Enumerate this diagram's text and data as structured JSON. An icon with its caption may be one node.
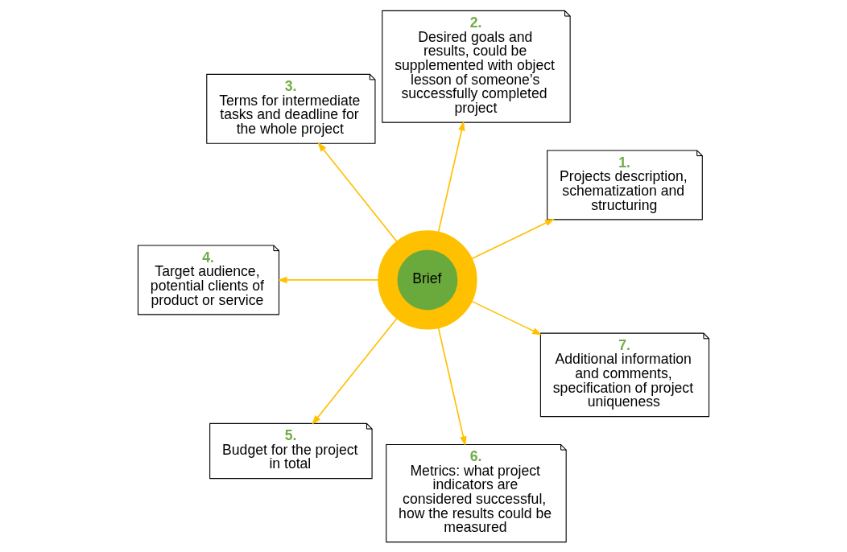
{
  "diagram": {
    "nodes": [
      {
        "text": [
          "Brief"
        ]
      },
      {
        "text": [
          "1.",
          "Projects description, schematization and structuring"
        ]
      },
      {
        "text": [
          "2.",
          "Desired goals and results, could be supplemented with object lesson of someone’s successfully completed project"
        ]
      },
      {
        "text": [
          "3.",
          "Terms for intermediate tasks and deadline for the whole project"
        ]
      },
      {
        "text": [
          "4.",
          "Target audience, potential clients of product or service"
        ]
      },
      {
        "text": [
          "5.",
          "Budget for the project in total"
        ]
      },
      {
        "text": [
          "6.",
          "Metrics: what project indicators are considered successful, how the results could be measured"
        ]
      },
      {
        "text": [
          "7.",
          "Additional information and comments, specification of project uniqueness"
        ]
      }
    ],
    "edges": [
      {
        "from": 0,
        "to": 1,
        "arrow": "to"
      },
      {
        "from": 0,
        "to": 2,
        "arrow": "to"
      },
      {
        "from": 0,
        "to": 3,
        "arrow": "to"
      },
      {
        "from": 0,
        "to": 4,
        "arrow": "to"
      },
      {
        "from": 0,
        "to": 5,
        "arrow": "to"
      },
      {
        "from": 0,
        "to": 6,
        "arrow": "to"
      },
      {
        "from": 0,
        "to": 7,
        "arrow": "to"
      }
    ]
  }
}
